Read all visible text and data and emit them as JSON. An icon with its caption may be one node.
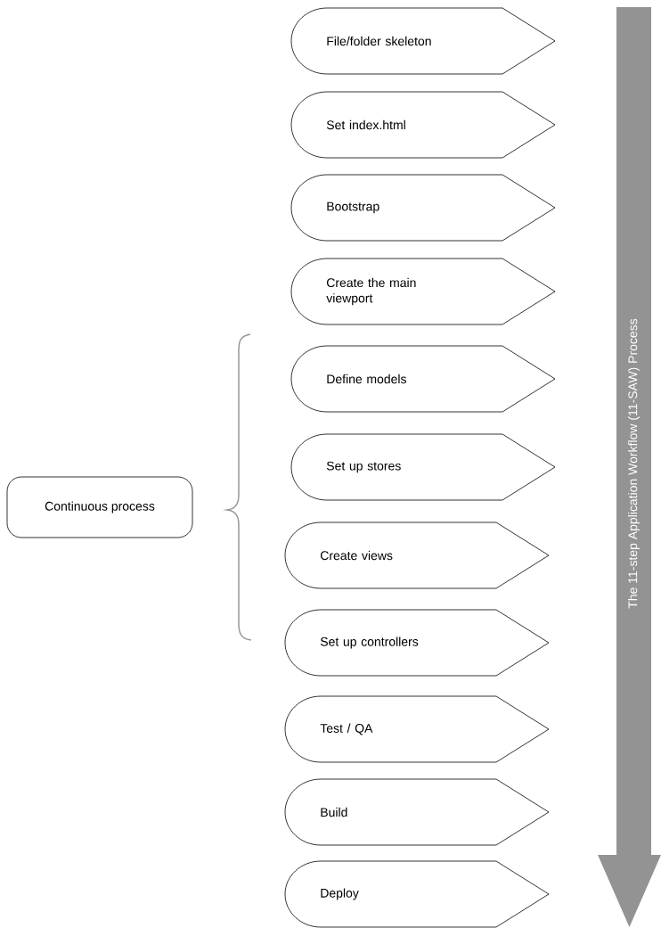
{
  "diagram": {
    "nodes": [
      {
        "text": [
          "File/folder skeleton"
        ]
      },
      {
        "text": [
          "Set index.html"
        ]
      },
      {
        "text": [
          "Bootstrap"
        ]
      },
      {
        "text": [
          "Create the main viewport"
        ]
      },
      {
        "text": [
          "Define models"
        ]
      },
      {
        "text": [
          "Set up stores"
        ]
      },
      {
        "text": [
          "Create views"
        ]
      },
      {
        "text": [
          "Set up controllers"
        ]
      },
      {
        "text": [
          "Test / QA"
        ]
      },
      {
        "text": [
          "Build"
        ]
      },
      {
        "text": [
          "Deploy"
        ]
      },
      {
        "text": [
          "Continuous process"
        ]
      }
    ],
    "labels": [
      "The 11-step Application Workflow (11-SAW) Process"
    ]
  }
}
